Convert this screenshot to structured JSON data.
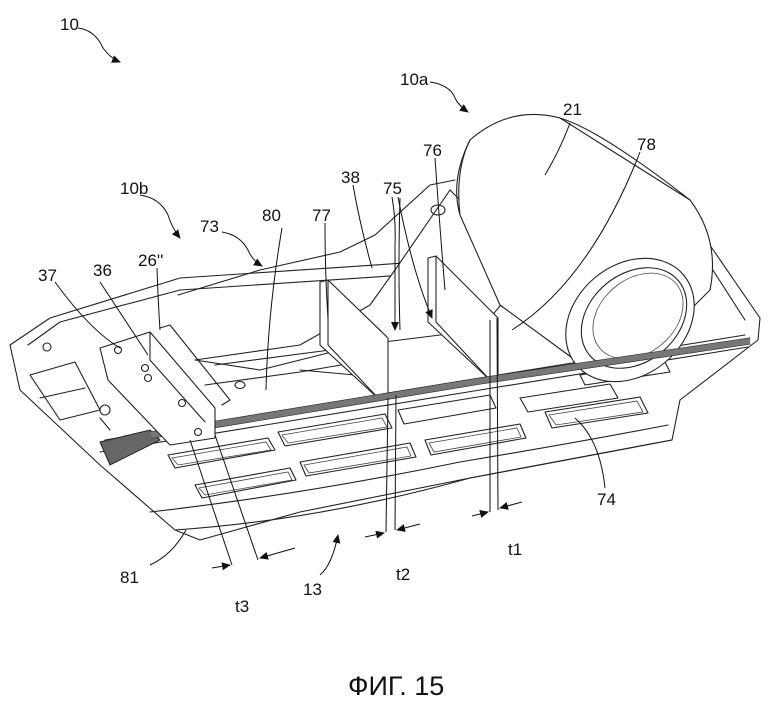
{
  "caption": "ФИГ. 15",
  "labels": {
    "l10": "10",
    "l10a": "10a",
    "l21": "21",
    "l78": "78",
    "l10b": "10b",
    "l38": "38",
    "l76": "76",
    "l75": "75",
    "l73": "73",
    "l80": "80",
    "l77": "77",
    "l37": "37",
    "l36": "36",
    "l26": "26''",
    "l74": "74",
    "l81": "81",
    "lt3": "t3",
    "l13": "13",
    "lt2": "t2",
    "lt1": "t1"
  }
}
